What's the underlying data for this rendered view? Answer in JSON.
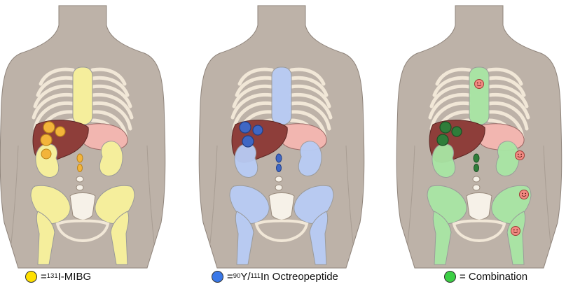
{
  "figures": [
    {
      "id": "mibg",
      "highlight": "#f5ee9c",
      "lesion": "#f3b43a",
      "lesion_stroke": "#b9831b"
    },
    {
      "id": "octreo",
      "highlight": "#b8ccf5",
      "lesion": "#3f67c4",
      "lesion_stroke": "#223f86"
    },
    {
      "id": "combo",
      "highlight": "#a8e6a4",
      "lesion": "#2f7d3a",
      "lesion_stroke": "#1c4f24"
    }
  ],
  "legend": {
    "mibg": {
      "color": "#ffe000",
      "eq": "= ",
      "sup": "131",
      "text": "I-MIBG"
    },
    "octreo": {
      "color": "#3a78e8",
      "eq": "= ",
      "sup1": "90",
      "mid": "Y/",
      "sup2": "111",
      "text": "In Octreopeptide"
    },
    "combo": {
      "color": "#3ccf45",
      "text": "= Combination"
    }
  },
  "colors": {
    "body": "#bdb2a8",
    "body_stroke": "#8f847b",
    "bone": "#f1e7d7",
    "bone_stroke": "#9a8c7e",
    "liver": "#8e3e3a",
    "stomach": "#f2b6b0"
  },
  "icons": [
    "smiley-face-icon"
  ]
}
